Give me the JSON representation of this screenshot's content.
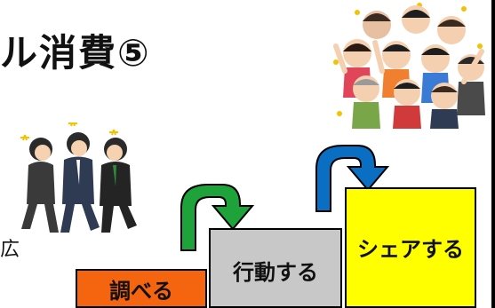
{
  "slide": {
    "title": "ル消費⑤",
    "side_text": "広",
    "steps": [
      {
        "label": "調べる",
        "color": "#f5640f"
      },
      {
        "label": "行動する",
        "color": "#c8c8c8"
      },
      {
        "label": "シェアする",
        "color": "#ffff00"
      }
    ],
    "arrow_colors": {
      "green": "#1ea33a",
      "blue": "#0a6fc2"
    },
    "illustrations": [
      "business-people-running-illustration",
      "cheering-crowd-illustration"
    ]
  }
}
